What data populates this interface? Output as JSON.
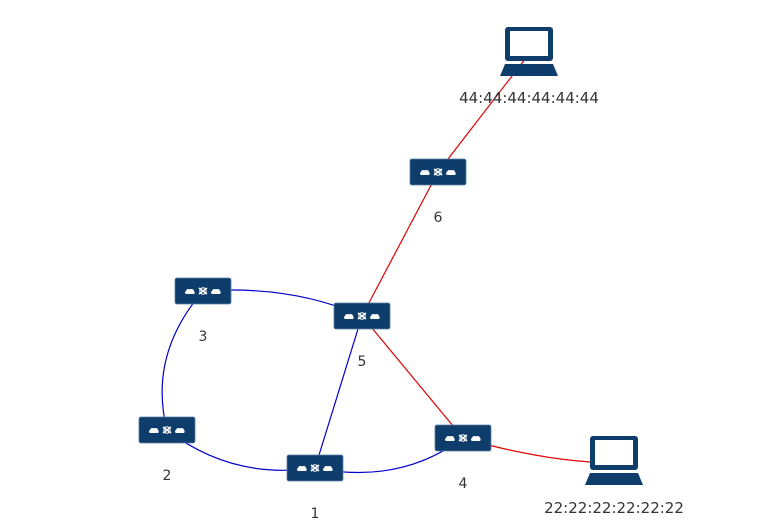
{
  "colors": {
    "device": "#0e3d6b",
    "device_glyph": "#ffffff",
    "link_default": "#0000cc",
    "link_path": "#e00000",
    "label": "#333333"
  },
  "switches": [
    {
      "id": "s1",
      "label": "1"
    },
    {
      "id": "s2",
      "label": "2"
    },
    {
      "id": "s3",
      "label": "3"
    },
    {
      "id": "s4",
      "label": "4"
    },
    {
      "id": "s5",
      "label": "5"
    },
    {
      "id": "s6",
      "label": "6"
    }
  ],
  "hosts": [
    {
      "id": "h44",
      "label": "44:44:44:44:44:44",
      "icon": "laptop-icon"
    },
    {
      "id": "h22",
      "label": "22:22:22:22:22:22",
      "icon": "laptop-icon"
    }
  ],
  "links": [
    {
      "from": "s1",
      "to": "s2",
      "highlighted": false
    },
    {
      "from": "s2",
      "to": "s3",
      "highlighted": false
    },
    {
      "from": "s3",
      "to": "s5",
      "highlighted": false
    },
    {
      "from": "s1",
      "to": "s5",
      "highlighted": false
    },
    {
      "from": "s1",
      "to": "s4",
      "highlighted": false
    },
    {
      "from": "s4",
      "to": "s5",
      "highlighted": true
    },
    {
      "from": "s5",
      "to": "s6",
      "highlighted": true
    },
    {
      "from": "s6",
      "to": "h44",
      "highlighted": true
    },
    {
      "from": "s4",
      "to": "h22",
      "highlighted": true
    }
  ]
}
